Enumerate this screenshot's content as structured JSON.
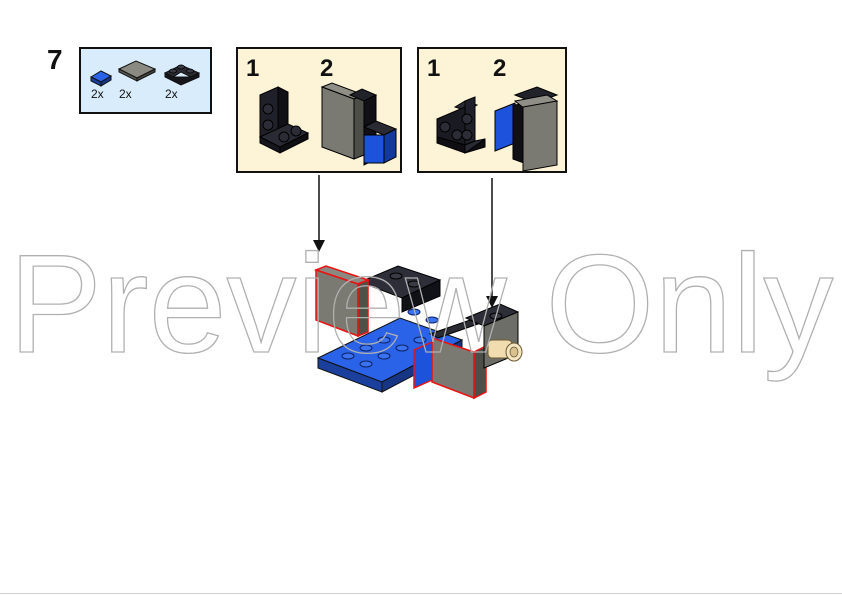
{
  "step": {
    "number": "7"
  },
  "parts_list": {
    "items": [
      {
        "qty": "2x",
        "icon": "blue-plate-1x1-icon",
        "color": "#1a4fd6"
      },
      {
        "qty": "2x",
        "icon": "gray-tile-2x2-icon",
        "color": "#7a7a72"
      },
      {
        "qty": "2x",
        "icon": "black-plate-2x2-corner-icon",
        "color": "#1c1c24"
      }
    ]
  },
  "subassemblies": [
    {
      "steps": [
        "1",
        "2"
      ]
    },
    {
      "steps": [
        "1",
        "2"
      ]
    }
  ],
  "watermark": {
    "text": "Preview Only"
  },
  "colors": {
    "parts_bg": "#d9ecfb",
    "subassembly_bg": "#fdf3d6",
    "blue": "#1a4fd6",
    "gray": "#6e6e6a",
    "black": "#1c1c24",
    "tan": "#f0dcae",
    "highlight": "#e11"
  }
}
